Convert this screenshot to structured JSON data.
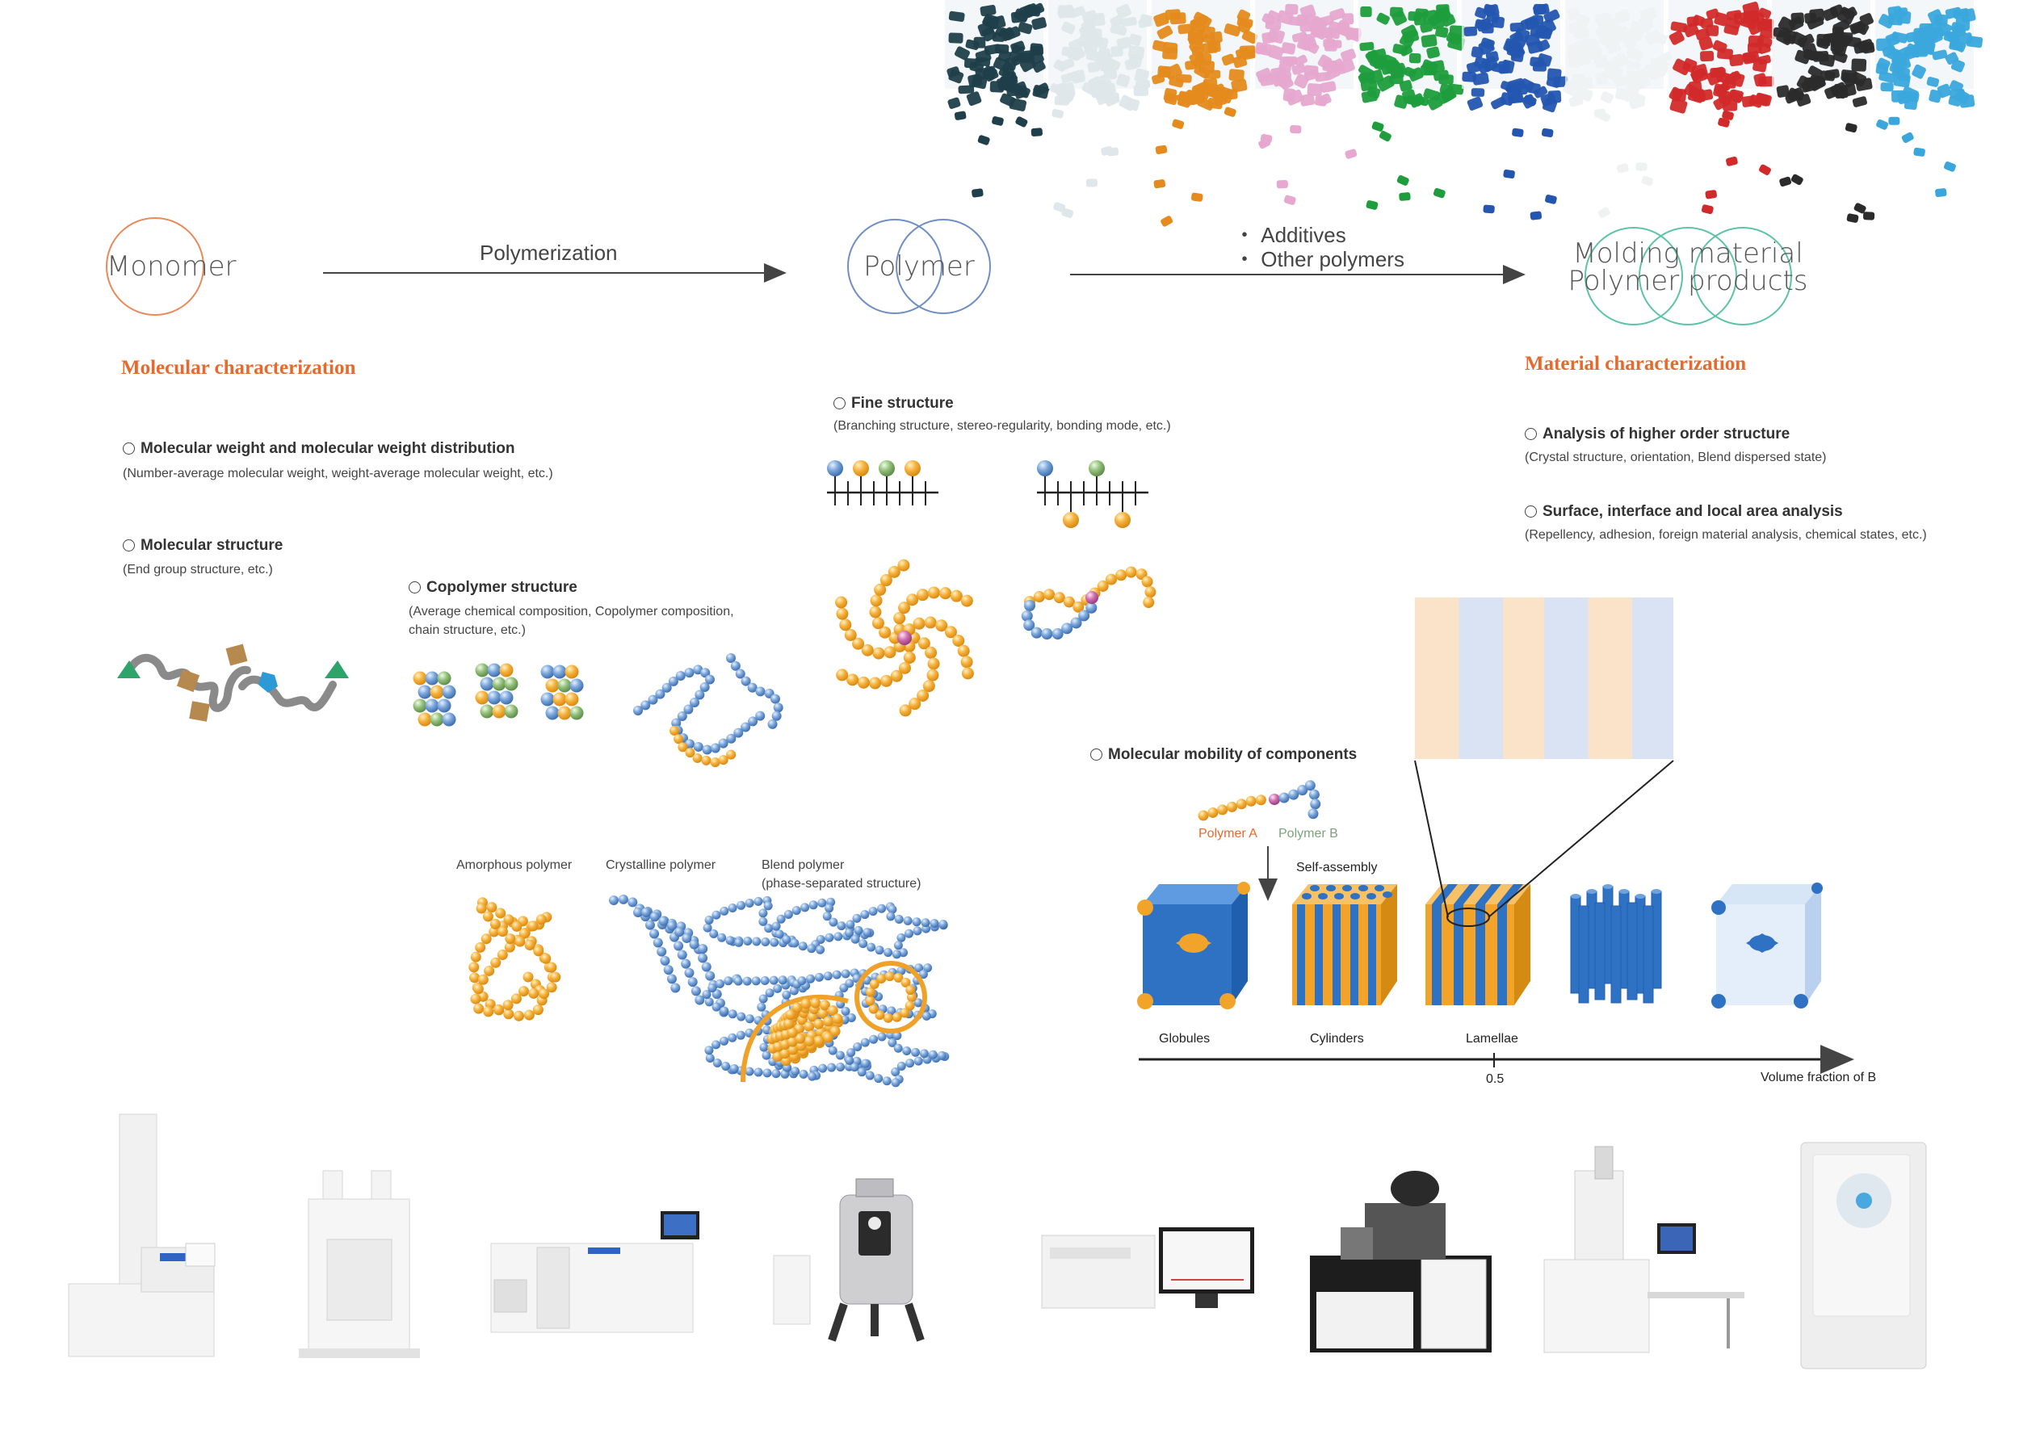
{
  "stages": {
    "monomer": "Monomer",
    "polymer": "Polymer",
    "molding_line1": "Molding material",
    "molding_line2": "Polymer products"
  },
  "arrows": {
    "polymerization": "Polymerization",
    "additives": "・ Additives",
    "other_polymers": "・ Other polymers"
  },
  "sections": {
    "molecular": "Molecular characterization",
    "material": "Material characterization"
  },
  "items": {
    "mw": {
      "title": "Molecular weight and molecular weight distribution",
      "sub": "(Number-average molecular weight, weight-average molecular weight, etc.)"
    },
    "ms": {
      "title": "Molecular structure",
      "sub": "(End group structure, etc.)"
    },
    "cs": {
      "title": "Copolymer structure",
      "sub1": "(Average chemical composition, Copolymer composition,",
      "sub2": "chain structure, etc.)"
    },
    "fs": {
      "title": "Fine structure",
      "sub": "(Branching structure, stereo-regularity, bonding mode, etc.)"
    },
    "aho": {
      "title": "Analysis of higher order structure",
      "sub": "(Crystal structure, orientation, Blend dispersed state)"
    },
    "sur": {
      "title": "Surface, interface and local area analysis",
      "sub": "(Repellency, adhesion, foreign material analysis, chemical states, etc.)"
    },
    "mob": {
      "title": "Molecular mobility of components"
    }
  },
  "morphology": {
    "amorphous": "Amorphous polymer",
    "crystalline": "Crystalline polymer",
    "blend_line1": "Blend polymer",
    "blend_line2": "(phase-separated structure)"
  },
  "block": {
    "polymer_a": "Polymer A",
    "polymer_b": "Polymer B",
    "self_assembly": "Self-assembly",
    "globules": "Globules",
    "cylinders": "Cylinders",
    "lamellae": "Lamellae",
    "tick": "0.5",
    "axis_label": "Volume fraction of B"
  },
  "colors": {
    "accent": "#e8692c",
    "monomer_circle": "#e98a5a",
    "polymer_circle": "#6f8fc4",
    "molding_circle": "#5cc4a4",
    "bead_orange": "#f2a531",
    "bead_blue": "#6f9bd0",
    "block_blue": "#2f72c4",
    "block_yellow": "#f2a32a"
  }
}
